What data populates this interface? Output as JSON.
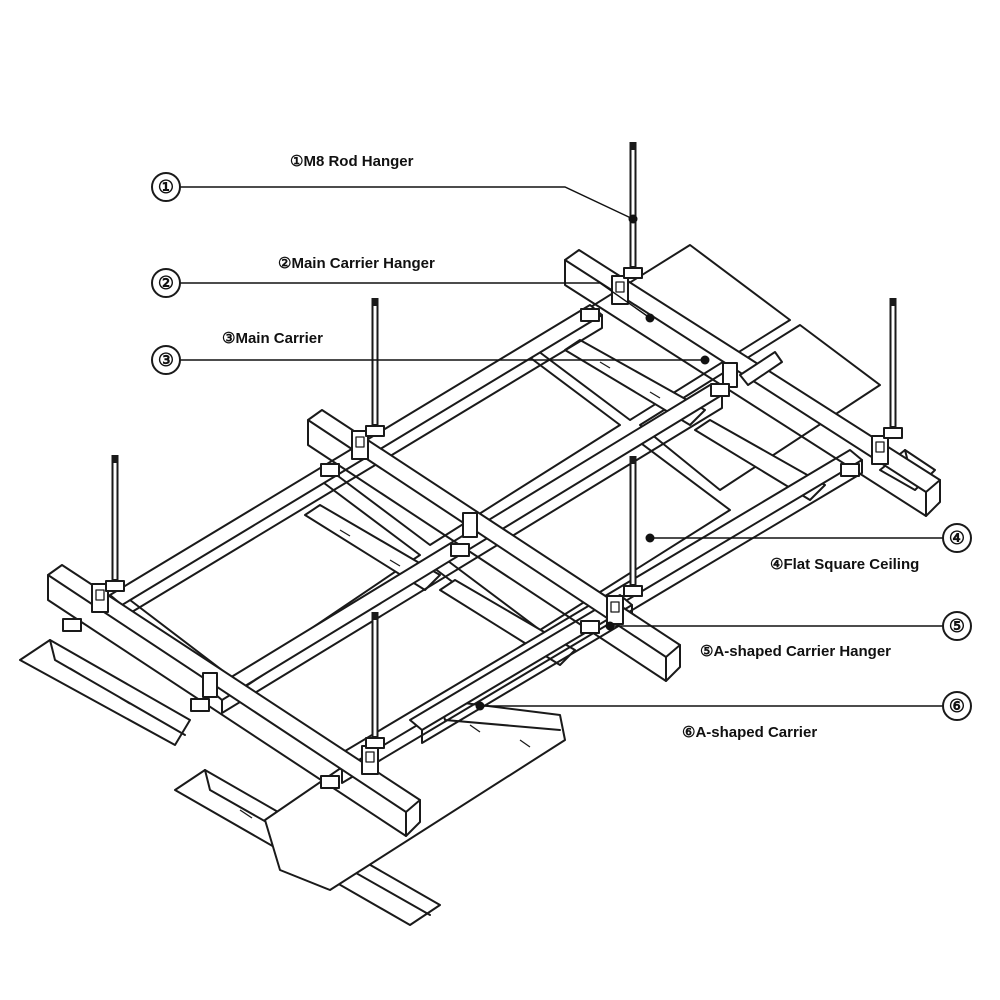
{
  "parts": [
    {
      "number": "①",
      "label": "①M8 Rod Hanger"
    },
    {
      "number": "②",
      "label": "②Main Carrier Hanger"
    },
    {
      "number": "③",
      "label": "③Main Carrier"
    },
    {
      "number": "④",
      "label": "④Flat Square Ceiling"
    },
    {
      "number": "⑤",
      "label": "⑤A-shaped Carrier Hanger"
    },
    {
      "number": "⑥",
      "label": "⑥A-shaped Carrier"
    }
  ],
  "colors": {
    "ink": "#1a1a1a",
    "background": "#ffffff"
  }
}
